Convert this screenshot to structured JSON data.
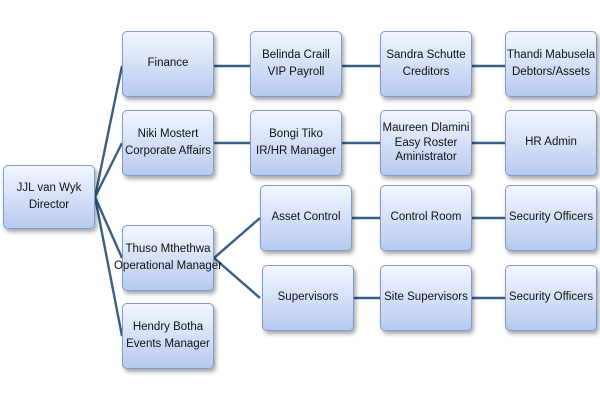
{
  "nodes": {
    "director": [
      "JJL van Wyk",
      "Director"
    ],
    "finance": [
      "Finance"
    ],
    "corporate_affairs": [
      "Niki Mostert",
      "Corporate Affairs"
    ],
    "operational_manager": [
      "Thuso Mthethwa",
      "Operational Manager"
    ],
    "events_manager": [
      "Hendry Botha",
      "Events Manager"
    ],
    "vip_payroll": [
      "Belinda Craill",
      "VIP Payroll"
    ],
    "creditors": [
      "Sandra Schutte",
      "Creditors"
    ],
    "debtors_assets": [
      "Thandi Mabusela",
      "Debtors/Assets"
    ],
    "ir_hr_manager": [
      "Bongi Tiko",
      "IR/HR Manager"
    ],
    "roster_administrator": [
      "Maureen Dlamini",
      "Easy Roster",
      "Aministrator"
    ],
    "hr_admin": [
      "HR Admin"
    ],
    "asset_control": [
      "Asset Control"
    ],
    "control_room": [
      "Control Room"
    ],
    "security_officers_1": [
      "Security Officers"
    ],
    "supervisors": [
      "Supervisors"
    ],
    "site_supervisors": [
      "Site Supervisors"
    ],
    "security_officers_2": [
      "Security Officers"
    ]
  },
  "colors": {
    "connector": "#3a5f86",
    "node_border": "#7f9ccf",
    "node_fill_top": "#f2f6ff",
    "node_fill_bottom": "#b8c9ef"
  }
}
